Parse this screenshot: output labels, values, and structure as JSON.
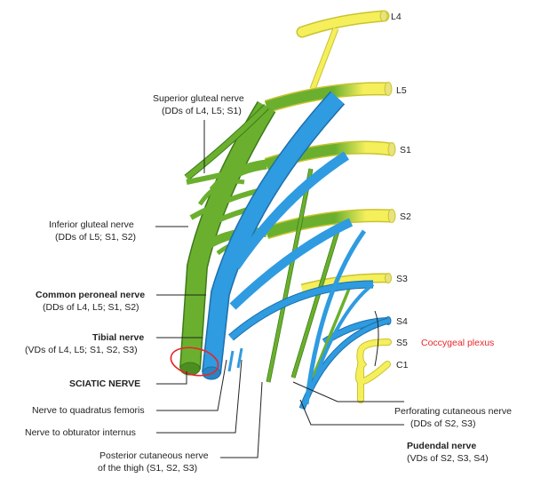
{
  "roots": {
    "l4": "L4",
    "l5": "L5",
    "s1": "S1",
    "s2": "S2",
    "s3": "S3",
    "s4": "S4",
    "s5": "S5",
    "c1": "C1"
  },
  "coccygeal_plexus": "Coccygeal plexus",
  "labels_left": {
    "superior_gluteal_title": "Superior gluteal nerve",
    "superior_gluteal_sub": "(DDs of L4, L5; S1)",
    "inferior_gluteal_title": "Inferior gluteal nerve",
    "inferior_gluteal_sub": "(DDs of L5; S1, S2)",
    "common_peroneal_title": "Common peroneal nerve",
    "common_peroneal_sub": "(DDs of L4, L5; S1, S2)",
    "tibial_title": "Tibial nerve",
    "tibial_sub": "(VDs of L4, L5; S1, S2, S3)",
    "sciatic": "SCIATIC NERVE",
    "quadratus": "Nerve to quadratus femoris",
    "obturator": "Nerve to obturator internus",
    "posterior_cutaneous_1": "Posterior cutaneous nerve",
    "posterior_cutaneous_2": "of the thigh (S1, S2, S3)"
  },
  "labels_right": {
    "perforating_title": "Perforating cutaneous nerve",
    "perforating_sub": "(DDs of S2, S3)",
    "pudendal_title": "Pudendal nerve",
    "pudendal_sub": "(VDs of S2, S3, S4)"
  },
  "colors": {
    "dorsal_division": "#6ab02e",
    "ventral_division": "#2f9be0",
    "root": "#f5ef5c",
    "highlight": "#e8262a"
  }
}
